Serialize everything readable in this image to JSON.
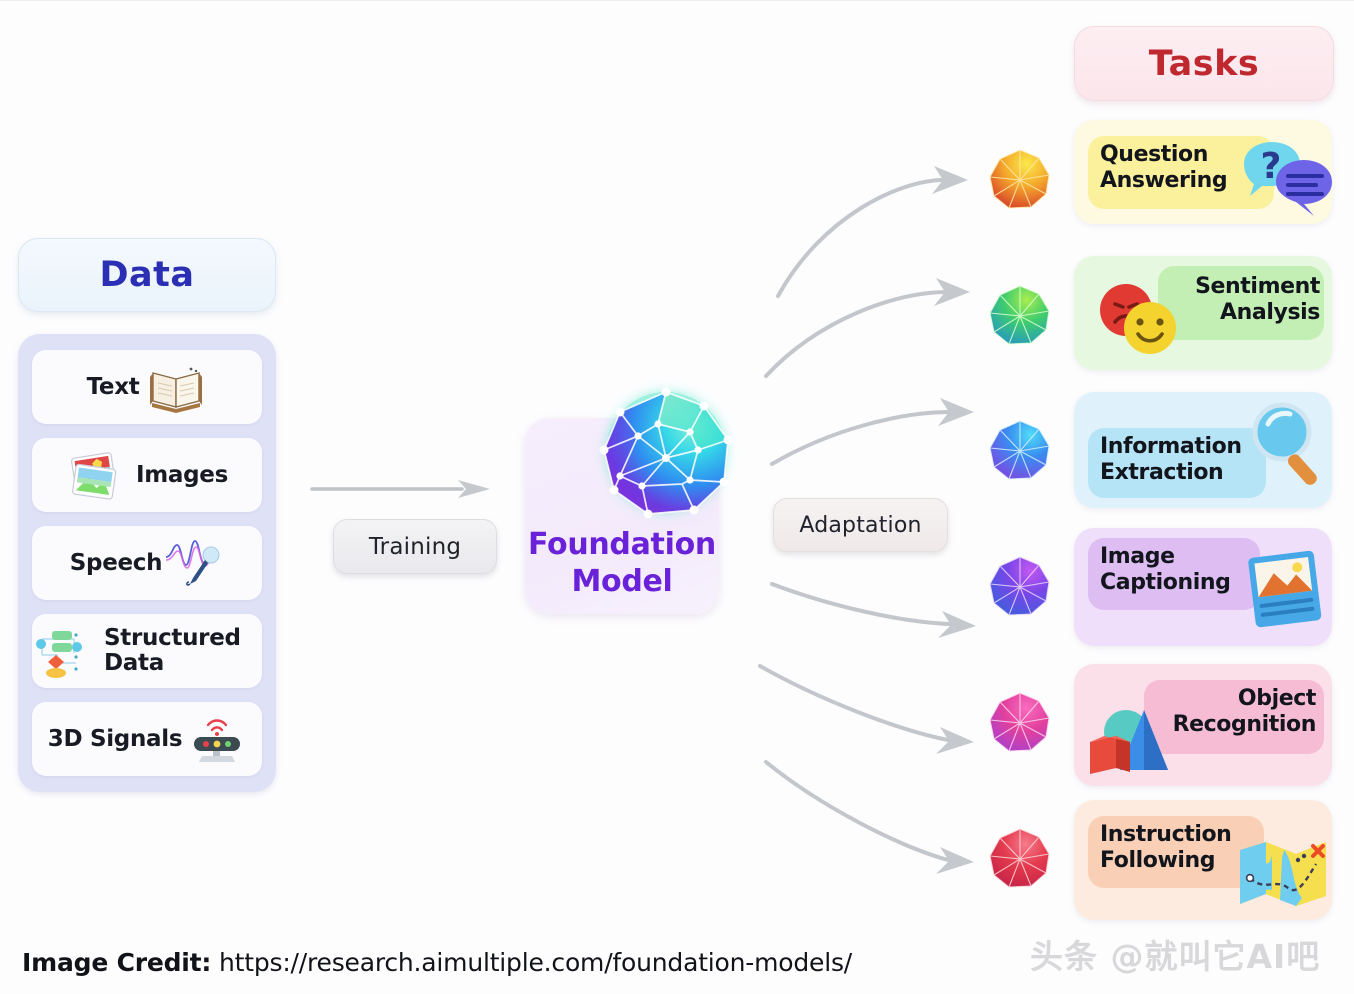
{
  "diagram": {
    "title": "Foundation Models pipeline",
    "background": "#fdfdfe"
  },
  "data_section": {
    "header": "Data",
    "header_color": "#2a2fb4",
    "panel_color": "#dfe2f7",
    "items": [
      {
        "label": "Text",
        "icon": "open-book-icon",
        "icon_side": "right"
      },
      {
        "label": "Images",
        "icon": "photos-icon",
        "icon_side": "left"
      },
      {
        "label": "Speech",
        "icon": "microphone-waveform-icon",
        "icon_side": "right"
      },
      {
        "label": "Structured\nData",
        "icon": "flowchart-icon",
        "icon_side": "left"
      },
      {
        "label": "3D Signals",
        "icon": "depth-sensor-icon",
        "icon_side": "right"
      }
    ]
  },
  "training": {
    "label": "Training",
    "arrow": "straight-right-arrow"
  },
  "foundation_model": {
    "label": "Foundation\nModel",
    "label_color": "#6a22d8",
    "card_color": "#f4ecfb",
    "sphere_icon": "network-mesh-sphere-icon"
  },
  "adaptation": {
    "label": "Adaptation",
    "arrow_count": 6
  },
  "tasks_section": {
    "header": "Tasks",
    "header_color": "#c0282f",
    "items": [
      {
        "label": "Question\nAnswering",
        "icon": "speech-bubbles-question-icon",
        "card_color": "#fdfae1",
        "pill_color": "#fbf09b",
        "orb_colors": [
          "#f8df4a",
          "#f09b2a",
          "#d8432a"
        ],
        "text_align": "left"
      },
      {
        "label": "Sentiment\nAnalysis",
        "icon": "emoji-faces-icon",
        "card_color": "#e6f8e0",
        "pill_color": "#c3efb4",
        "orb_colors": [
          "#8fe04a",
          "#3fc96a",
          "#25a7c4"
        ],
        "text_align": "right"
      },
      {
        "label": "Information\nExtraction",
        "icon": "magnifier-icon",
        "card_color": "#dff2fc",
        "pill_color": "#b6e4f7",
        "orb_colors": [
          "#3fd3f6",
          "#3a8ef0",
          "#7a49e0"
        ],
        "text_align": "left"
      },
      {
        "label": "Image\nCaptioning",
        "icon": "picture-card-icon",
        "card_color": "#f0dffa",
        "pill_color": "#ddbdf2",
        "orb_colors": [
          "#b455f0",
          "#7a46e8",
          "#3f5ddd"
        ],
        "text_align": "left"
      },
      {
        "label": "Object\nRecognition",
        "icon": "3d-shapes-icon",
        "card_color": "#fbdfe9",
        "pill_color": "#f6bcd4",
        "orb_colors": [
          "#f359b6",
          "#e0409a",
          "#a63fd0"
        ],
        "text_align": "right"
      },
      {
        "label": "Instruction\nFollowing",
        "icon": "folded-map-icon",
        "card_color": "#fdebe0",
        "pill_color": "#f9cfb5",
        "orb_colors": [
          "#f2617a",
          "#e0304a",
          "#c01f45"
        ],
        "text_align": "left"
      }
    ]
  },
  "caption": {
    "prefix": "Image Credit:",
    "url": "https://research.aimultiple.com/foundation-models/"
  },
  "watermark": {
    "text": "头条 @就叫它AI吧"
  }
}
